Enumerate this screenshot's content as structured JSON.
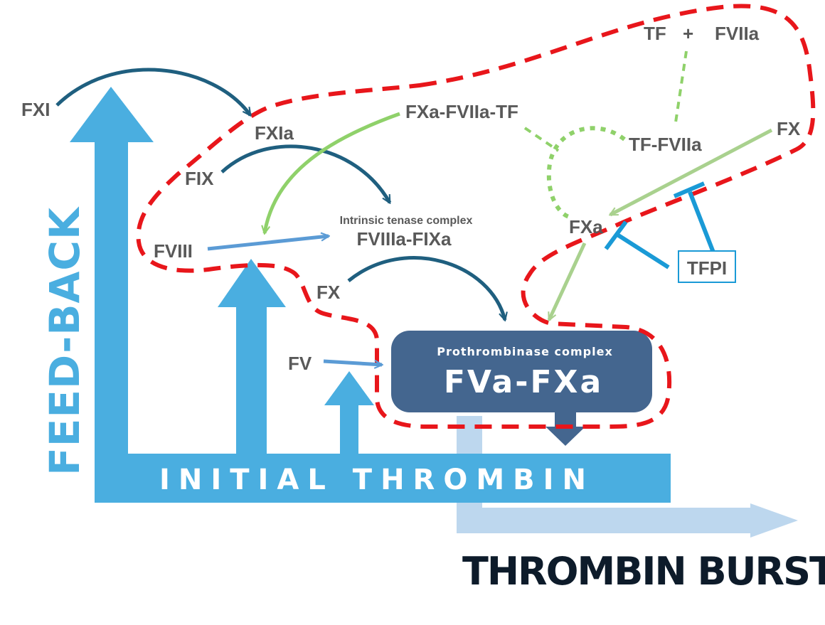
{
  "feedback_label": "FEED-BACK",
  "initial_thrombin_label": "INITIAL THROMBIN",
  "thrombin_burst_label": "THROMBIN BURST",
  "prothrombinase": {
    "title": "Prothrombinase complex",
    "name": "FVa-FXa"
  },
  "tenase": {
    "title": "Intrinsic tenase complex",
    "name": "FVIIIa-FIXa"
  },
  "factors": {
    "fxi": "FXI",
    "fxia": "FXIa",
    "fix": "FIX",
    "fviii": "FVIII",
    "fx_left": "FX",
    "fv": "FV",
    "fxa_fviia_tf": "FXa-FVIIa-TF",
    "tf": "TF",
    "plus": "+",
    "fviia": "FVIIa",
    "tf_fviia": "TF-FVIIa",
    "fx_right": "FX",
    "fxa": "FXa",
    "tfpi": "TFPI"
  },
  "colors": {
    "feedback_blue": "#4aaee0",
    "burst_blue": "#bdd7ee",
    "complex_box": "#44668f",
    "dark_teal_arrow": "#1f5f7f",
    "light_green": "#8fd16a",
    "pale_green": "#a9d18e",
    "mid_blue_arrow": "#5b9bd5",
    "inhibitor_blue": "#1a9ad6",
    "red_dashed": "#e8161b",
    "label_gray": "#595959",
    "burst_text": "#0d1b2a"
  }
}
